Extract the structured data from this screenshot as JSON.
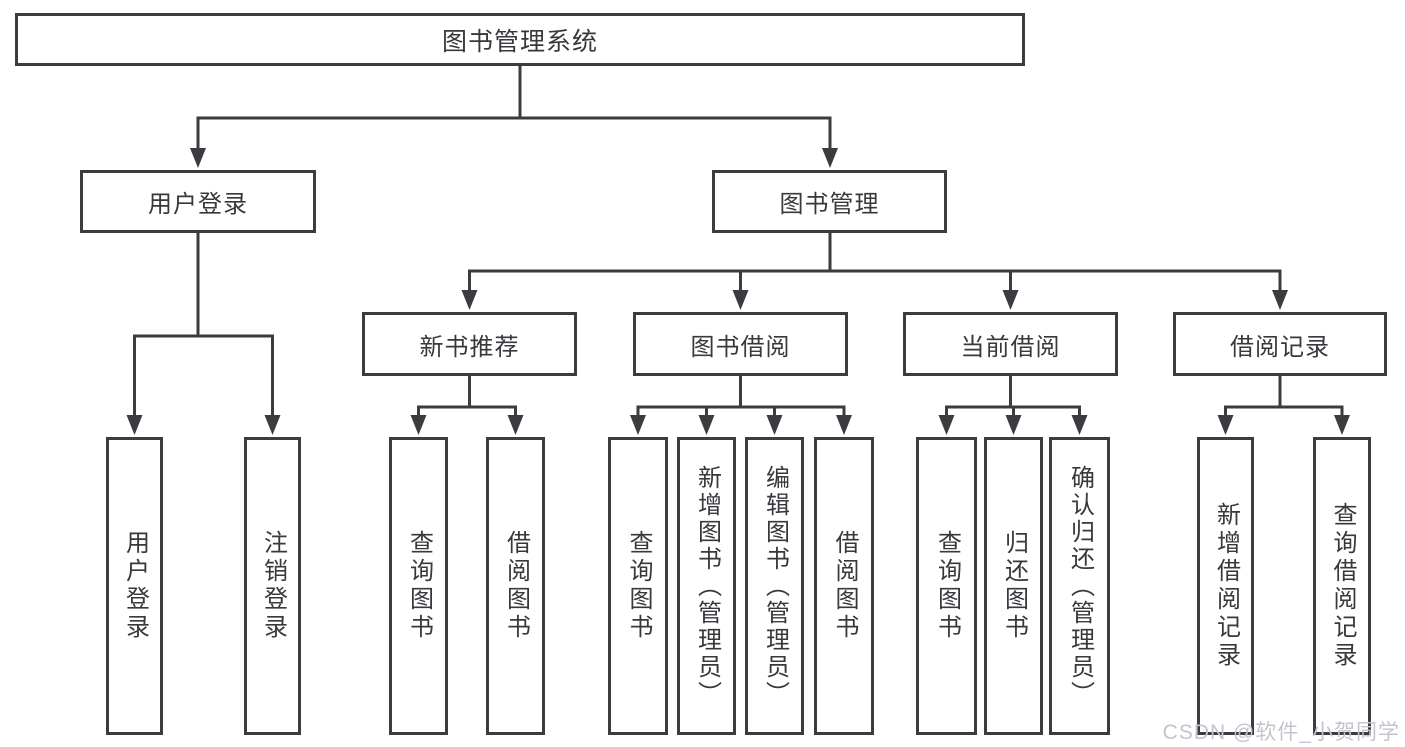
{
  "diagram": {
    "root": {
      "label": "图书管理系统"
    },
    "level2": [
      {
        "label": "用户登录"
      },
      {
        "label": "图书管理"
      }
    ],
    "level3": [
      {
        "label": "新书推荐"
      },
      {
        "label": "图书借阅"
      },
      {
        "label": "当前借阅"
      },
      {
        "label": "借阅记录"
      }
    ],
    "level4": [
      {
        "group": "用户登录",
        "label": "用户登录"
      },
      {
        "group": "用户登录",
        "label": "注销登录"
      },
      {
        "group": "新书推荐",
        "label": "查询图书"
      },
      {
        "group": "新书推荐",
        "label": "借阅图书"
      },
      {
        "group": "图书借阅",
        "label": "查询图书"
      },
      {
        "group": "图书借阅",
        "label": "新增图书（管理员）"
      },
      {
        "group": "图书借阅",
        "label": "编辑图书（管理员）"
      },
      {
        "group": "图书借阅",
        "label": "借阅图书"
      },
      {
        "group": "当前借阅",
        "label": "查询图书"
      },
      {
        "group": "当前借阅",
        "label": "归还图书"
      },
      {
        "group": "当前借阅",
        "label": "确认归还（管理员）"
      },
      {
        "group": "借阅记录",
        "label": "新增借阅记录"
      },
      {
        "group": "借阅记录",
        "label": "查询借阅记录"
      }
    ]
  },
  "watermark": {
    "text": "CSDN @软件_小贺同学"
  },
  "colors": {
    "line": "#3b3b40",
    "text": "#38383d",
    "background": "#ffffff",
    "watermark": "#c2c5cb"
  }
}
